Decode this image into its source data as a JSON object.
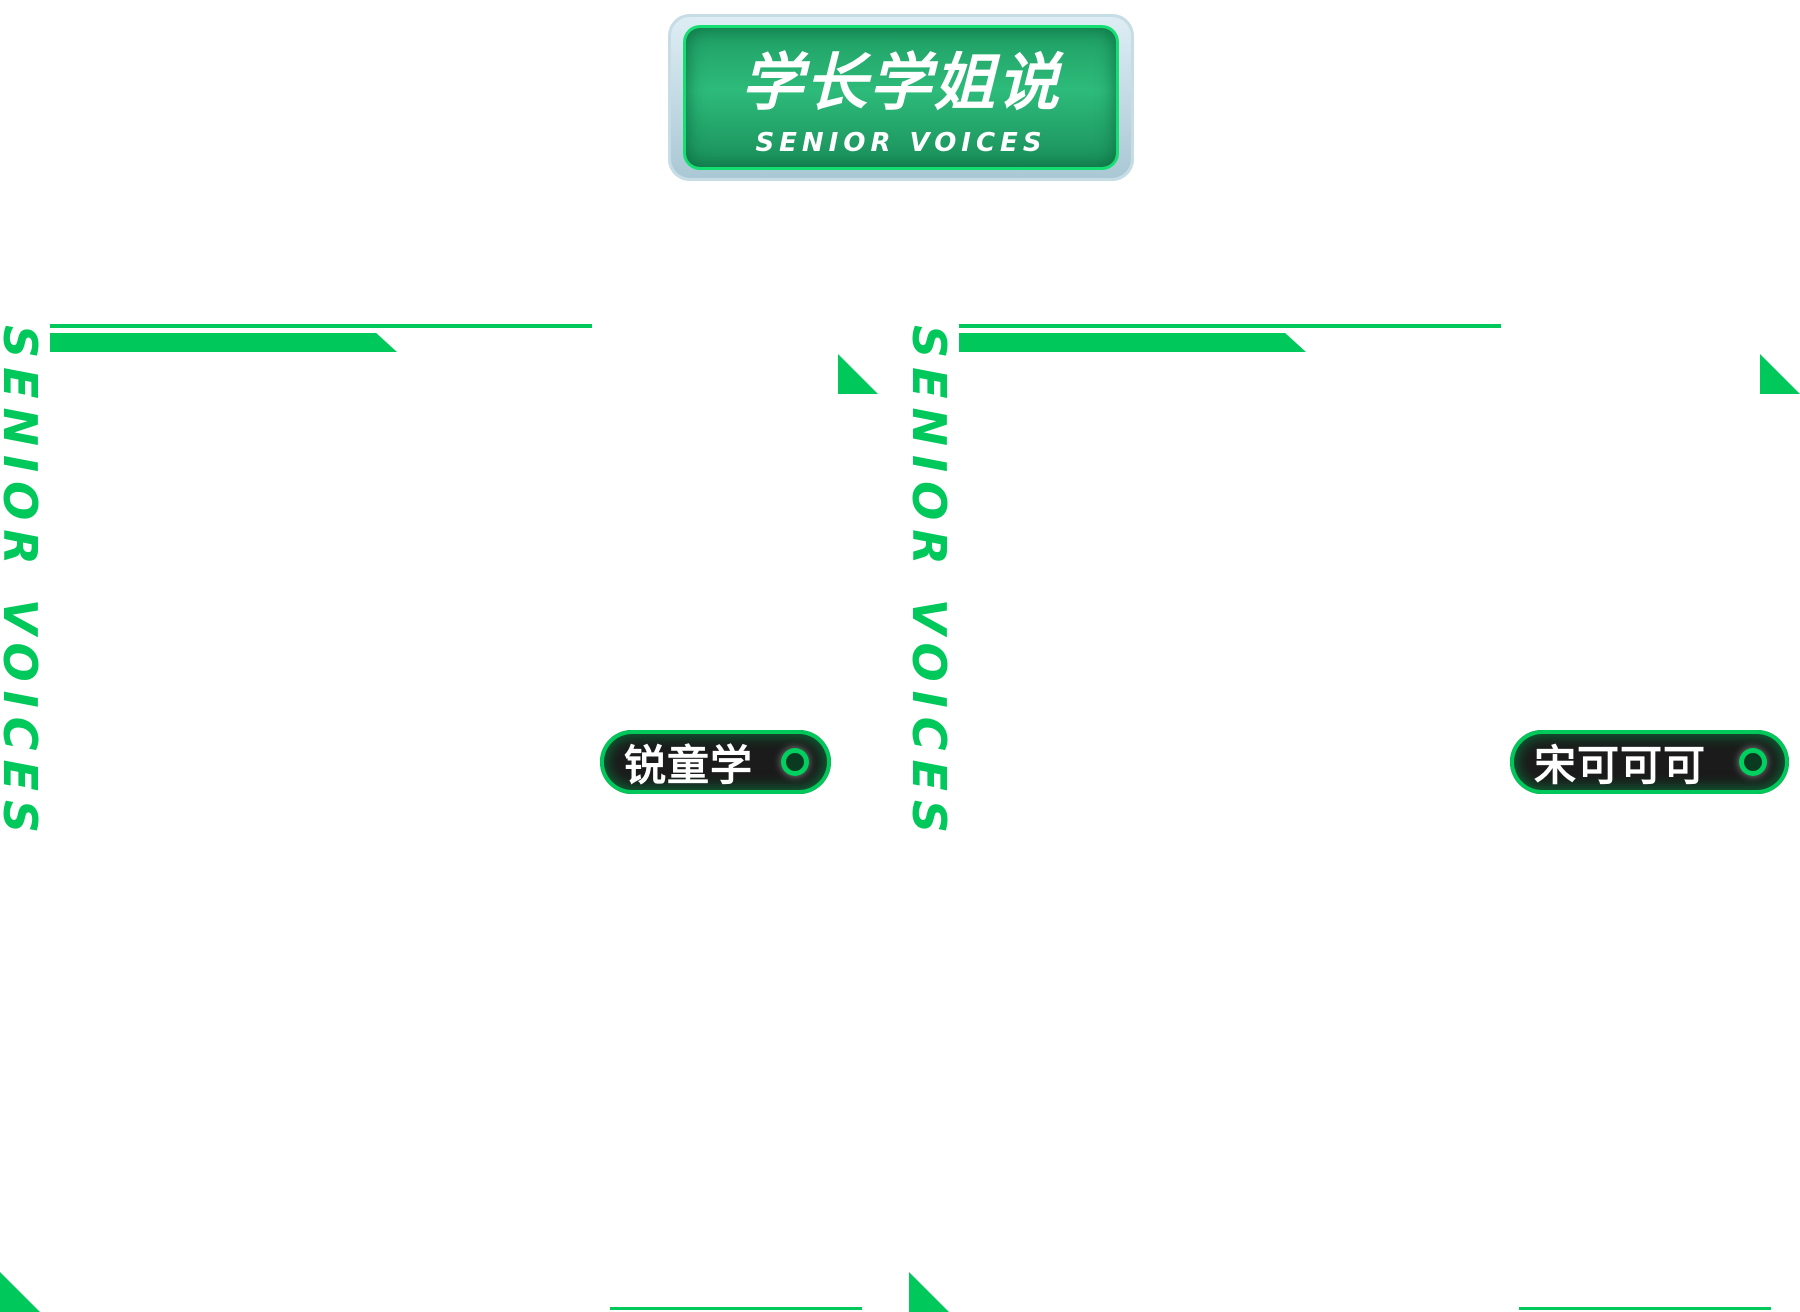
{
  "banner": {
    "title": "学长学姐说",
    "subtitle": "SENIOR VOICES"
  },
  "panels": [
    {
      "side_text": "SENIOR VOICES",
      "name": "锐童学"
    },
    {
      "side_text": "SENIOR VOICES",
      "name": "宋可可可"
    }
  ],
  "colors": {
    "accent": "#00C85A",
    "pill_bg": "#1B1B1B"
  }
}
